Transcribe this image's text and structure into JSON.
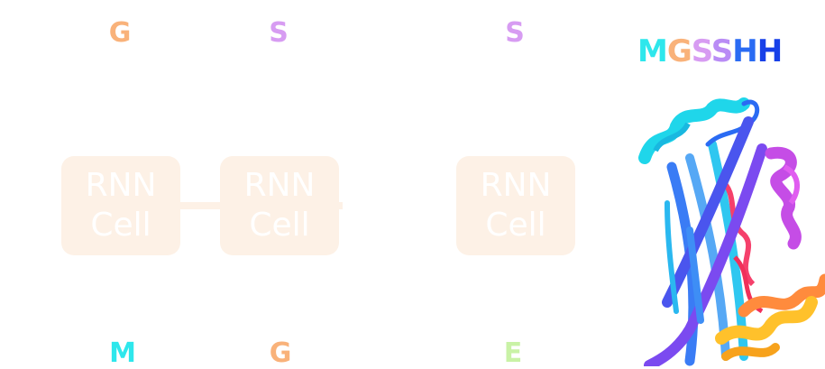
{
  "outputs": [
    {
      "text": "G",
      "color": "#f9b27a"
    },
    {
      "text": "S",
      "color": "#d79cf2"
    },
    {
      "text": "S",
      "color": "#d79cf2"
    }
  ],
  "inputs": [
    {
      "text": "M",
      "color": "#2ee7ec"
    },
    {
      "text": "G",
      "color": "#f9b27a"
    },
    {
      "text": "E",
      "color": "#c9f2a6"
    }
  ],
  "cells": [
    {
      "line1": "RNN",
      "line2": "Cell"
    },
    {
      "line1": "RNN",
      "line2": "Cell"
    },
    {
      "line1": "RNN",
      "line2": "Cell"
    }
  ],
  "sequence": [
    {
      "text": "M",
      "color": "#2ee7ec"
    },
    {
      "text": "G",
      "color": "#f9b27a"
    },
    {
      "text": "S",
      "color": "#d79cf2"
    },
    {
      "text": "S",
      "color": "#b98cf5"
    },
    {
      "text": "H",
      "color": "#2a6bf3"
    },
    {
      "text": "H",
      "color": "#1740e8"
    }
  ],
  "protein_image": "protein-structure-ribbon-icon",
  "colors": {
    "cell_fill": "#fdf1e6",
    "cell_text": "#ffffff"
  }
}
